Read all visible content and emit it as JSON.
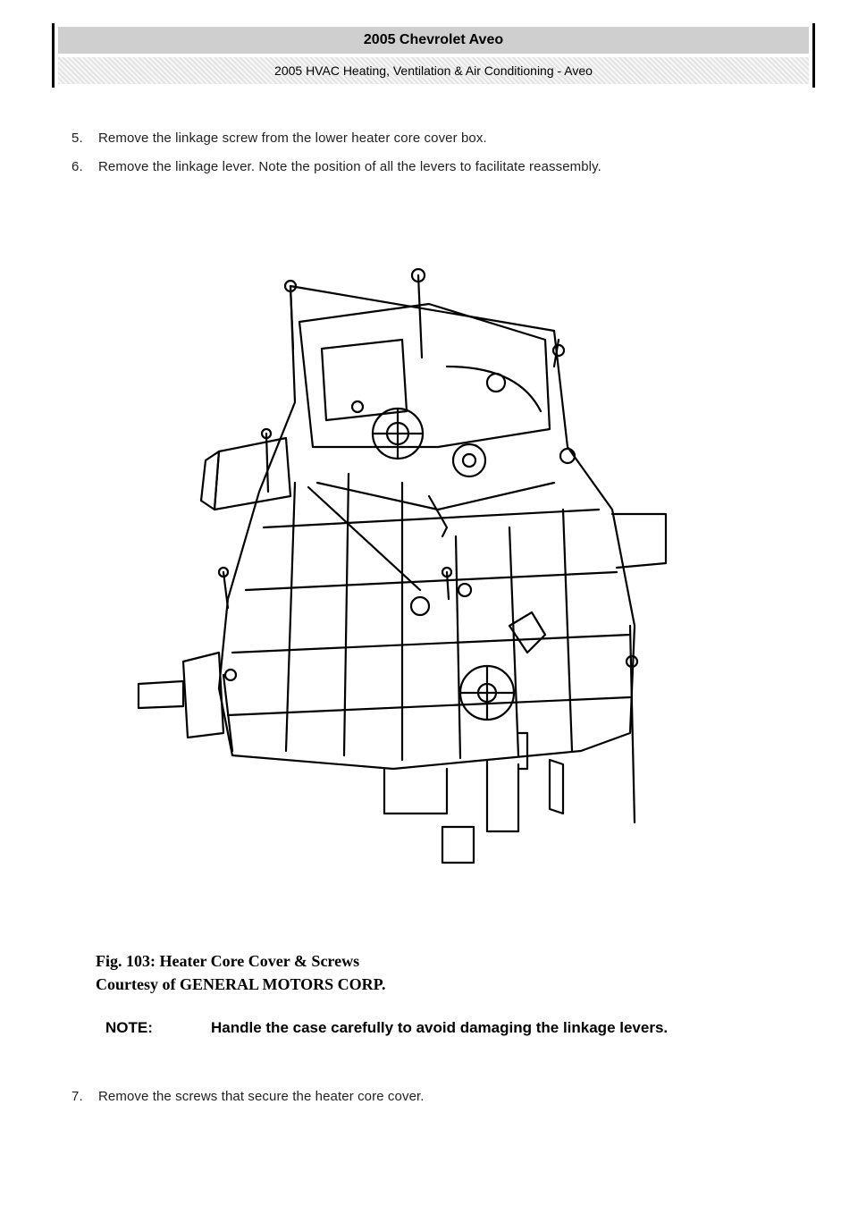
{
  "header": {
    "title": "2005 Chevrolet Aveo",
    "subtitle": "2005 HVAC Heating, Ventilation & Air Conditioning - Aveo"
  },
  "steps_top": [
    {
      "num": "5.",
      "text": "Remove the linkage screw from the lower heater core cover box."
    },
    {
      "num": "6.",
      "text": "Remove the linkage lever. Note the position of all the levers to facilitate reassembly."
    }
  ],
  "figure": {
    "caption_line1": "Fig. 103: Heater Core Cover & Screws",
    "caption_line2": "Courtesy of GENERAL MOTORS CORP."
  },
  "note": {
    "label": "NOTE:",
    "text": "Handle the case carefully to avoid damaging the linkage levers."
  },
  "steps_bottom": [
    {
      "num": "7.",
      "text": "Remove the screws that secure the heater core cover."
    }
  ]
}
